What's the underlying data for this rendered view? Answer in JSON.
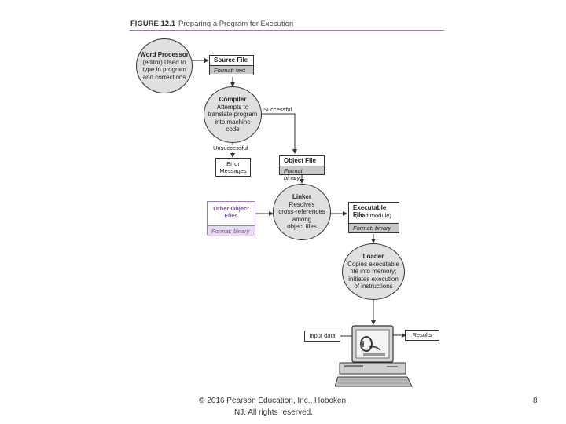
{
  "figure": {
    "label": "FIGURE 12.1",
    "caption": "Preparing a Program for Execution"
  },
  "nodes": {
    "word_processor": {
      "title": "Word Processor",
      "body": [
        "(editor) Used to",
        "type in program",
        "and corrections"
      ]
    },
    "compiler": {
      "title": "Compiler",
      "body": [
        "Attempts to",
        "translate program",
        "into machine",
        "code"
      ]
    },
    "linker": {
      "title": "Linker",
      "body": [
        "Resolves",
        "cross-references",
        "among",
        "object files"
      ]
    },
    "loader": {
      "title": "Loader",
      "body": [
        "Copies executable",
        "file into memory;",
        "initiates execution",
        "of instructions"
      ]
    }
  },
  "files": {
    "source": {
      "title": "Source File",
      "format_label": "Format:",
      "format_value": "text"
    },
    "object": {
      "title": "Object File",
      "format_label": "Format:",
      "format_value": "binary"
    },
    "executable": {
      "title": "Executable File",
      "subtitle": "(load module)",
      "format_label": "Format:",
      "format_value": "binary"
    },
    "other_object": {
      "title_lines": [
        "Other Object",
        "Files"
      ],
      "format_label": "Format:",
      "format_value": "binary"
    }
  },
  "boxes": {
    "error_messages": [
      "Error",
      "Messages"
    ],
    "input_data": "Input data",
    "results": "Results"
  },
  "edge_labels": {
    "successful": "Successful",
    "unsuccessful": "Unsuccessful"
  },
  "footer": {
    "copyright_line1": "© 2016 Pearson Education, Inc., Hoboken,",
    "copyright_line2": "NJ.  All rights reserved.",
    "page_number": "8"
  },
  "colors": {
    "node_fill": "#e0e0e0",
    "format_fill": "#c8c8c8",
    "accent_purple": "#9b7bb0"
  }
}
